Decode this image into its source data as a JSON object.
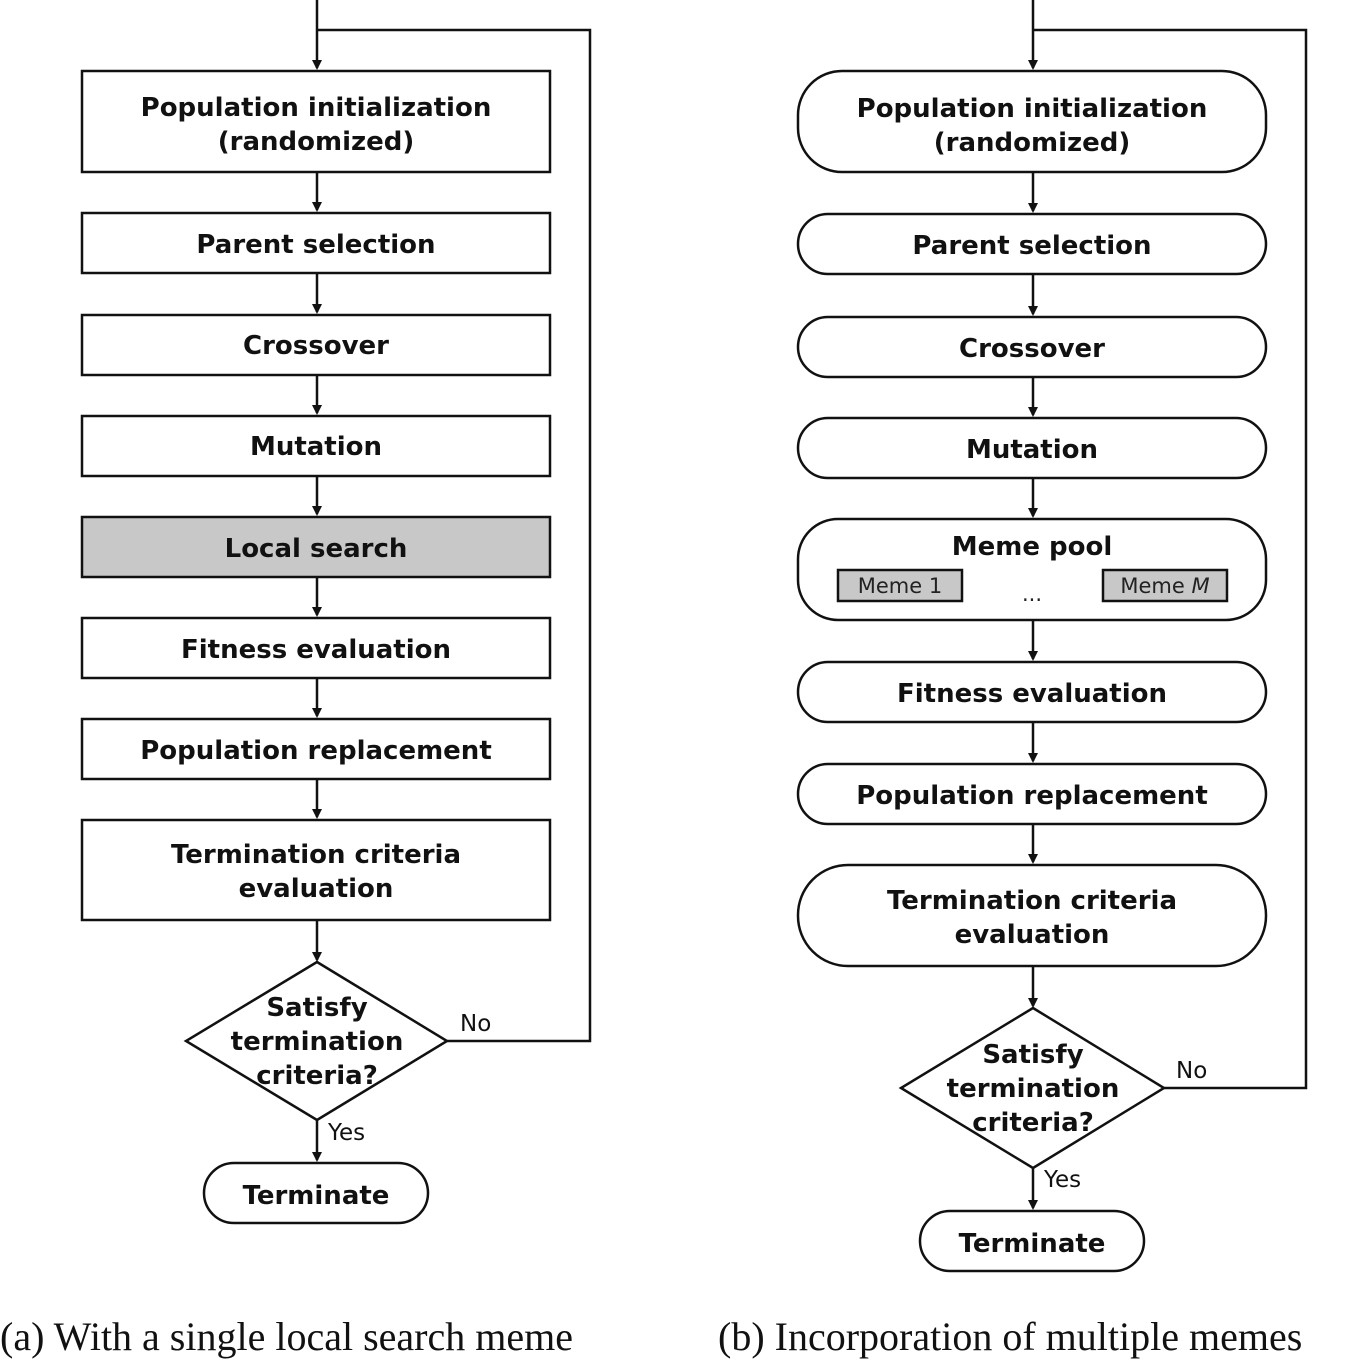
{
  "left": {
    "caption": "(a) With a single local search meme",
    "steps": [
      {
        "line1": "Population initialization",
        "line2": "(randomized)"
      },
      {
        "line1": "Parent selection"
      },
      {
        "line1": "Crossover"
      },
      {
        "line1": "Mutation"
      },
      {
        "line1": "Local search",
        "highlight": true
      },
      {
        "line1": "Fitness evaluation"
      },
      {
        "line1": "Population replacement"
      },
      {
        "line1": "Termination criteria",
        "line2": "evaluation"
      }
    ],
    "decision": {
      "line1": "Satisfy",
      "line2": "termination",
      "line3": "criteria?"
    },
    "no_label": "No",
    "yes_label": "Yes",
    "terminate": "Terminate"
  },
  "right": {
    "caption": "(b) Incorporation of multiple memes",
    "steps": [
      {
        "line1": "Population initialization",
        "line2": "(randomized)"
      },
      {
        "line1": "Parent selection"
      },
      {
        "line1": "Crossover"
      },
      {
        "line1": "Mutation"
      }
    ],
    "meme_pool": {
      "title": "Meme pool",
      "meme_first": "Meme 1",
      "ellipsis": "...",
      "meme_last_prefix": "Meme ",
      "meme_last_var": "M"
    },
    "steps_after": [
      {
        "line1": "Fitness evaluation"
      },
      {
        "line1": "Population replacement"
      },
      {
        "line1": "Termination criteria",
        "line2": "evaluation"
      }
    ],
    "decision": {
      "line1": "Satisfy",
      "line2": "termination",
      "line3": "criteria?"
    },
    "no_label": "No",
    "yes_label": "Yes",
    "terminate": "Terminate"
  },
  "colors": {
    "highlight": "#c8c8c8",
    "meme_fill": "#c8c8c8",
    "stroke": "#111111"
  }
}
